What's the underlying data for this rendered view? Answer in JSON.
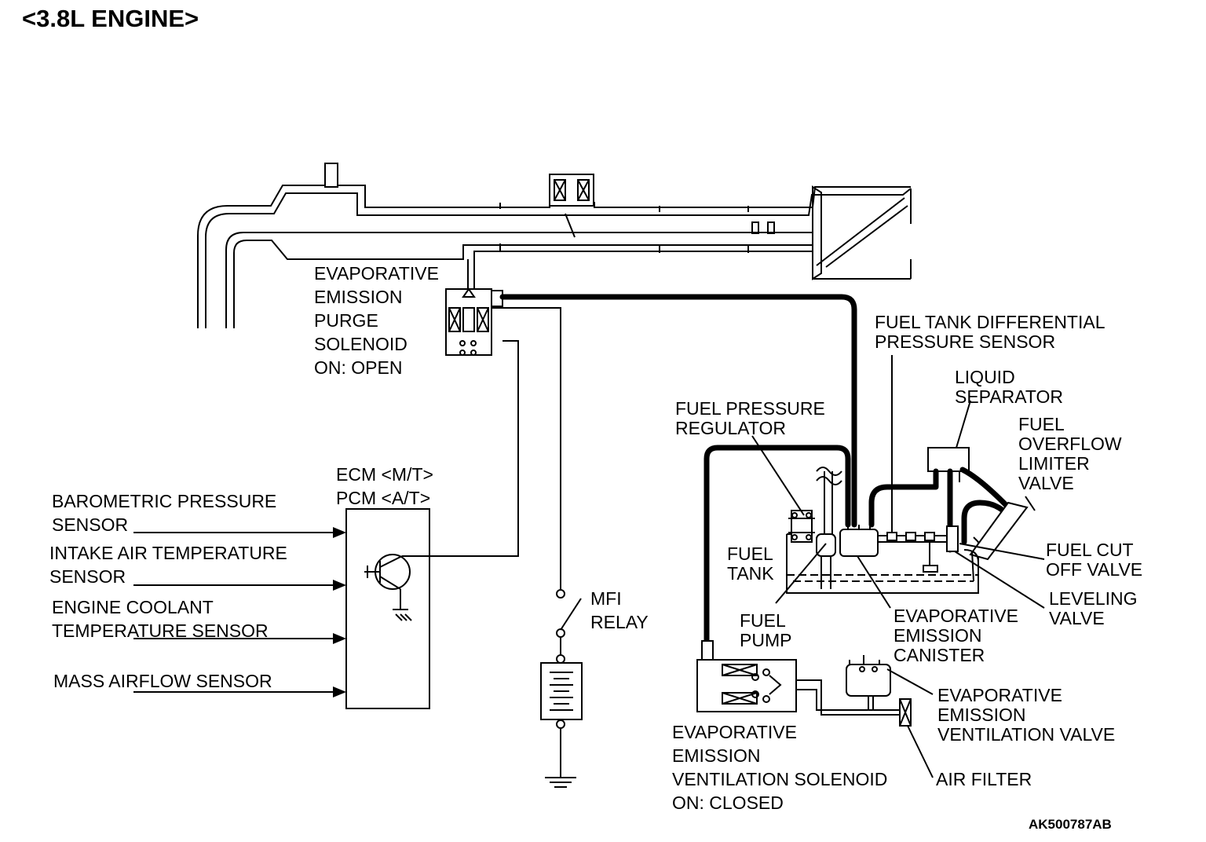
{
  "title": "<3.8L ENGINE>",
  "reference_code": "AK500787AB",
  "labels": {
    "purge_solenoid": [
      "EVAPORATIVE",
      "EMISSION",
      "PURGE",
      "SOLENOID",
      "ON: OPEN"
    ],
    "ecm_pcm": [
      "ECM <M/T>",
      "PCM <A/T>"
    ],
    "barometric": [
      "BAROMETRIC PRESSURE",
      "SENSOR"
    ],
    "intake_air": [
      "INTAKE AIR TEMPERATURE",
      "SENSOR"
    ],
    "coolant": [
      "ENGINE COOLANT",
      "TEMPERATURE SENSOR"
    ],
    "mass_airflow": [
      "MASS AIRFLOW SENSOR"
    ],
    "mfi_relay": [
      "MFI",
      "RELAY"
    ],
    "fuel_tank_diff": [
      "FUEL TANK DIFFERENTIAL",
      "PRESSURE SENSOR"
    ],
    "liquid_separator": [
      "LIQUID",
      "SEPARATOR"
    ],
    "fuel_overflow": [
      "FUEL",
      "OVERFLOW",
      "LIMITER",
      "VALVE"
    ],
    "fuel_pressure_regulator": [
      "FUEL PRESSURE",
      "REGULATOR"
    ],
    "fuel_tank": [
      "FUEL",
      "TANK"
    ],
    "fuel_pump": [
      "FUEL",
      "PUMP"
    ],
    "canister": [
      "EVAPORATIVE",
      "EMISSION",
      "CANISTER"
    ],
    "fuel_cut_off": [
      "FUEL CUT",
      "OFF VALVE"
    ],
    "leveling_valve": [
      "LEVELING",
      "VALVE"
    ],
    "ventilation_valve": [
      "EVAPORATIVE",
      "EMISSION",
      "VENTILATION VALVE"
    ],
    "air_filter": [
      "AIR FILTER"
    ],
    "ventilation_solenoid": [
      "EVAPORATIVE",
      "EMISSION",
      "VENTILATION SOLENOID",
      "ON: CLOSED"
    ]
  }
}
